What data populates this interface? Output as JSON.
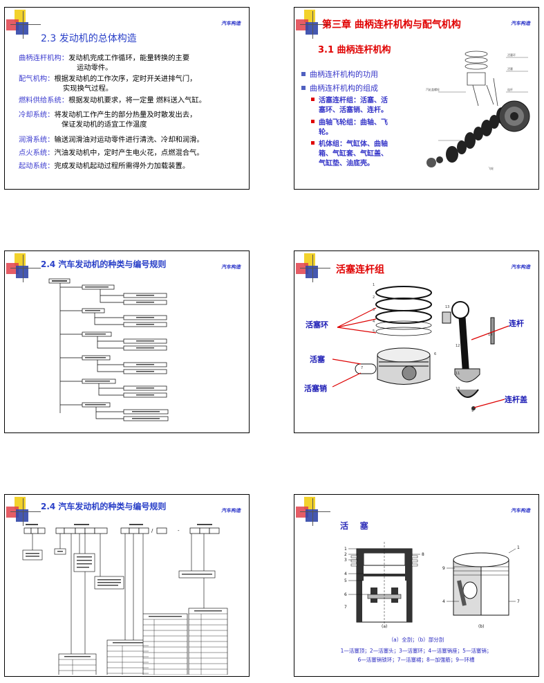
{
  "header_tag": "汽车构造",
  "slide1": {
    "title": "2.3 发动机的总体构造",
    "items": [
      {
        "label": "曲柄连杆机构：",
        "text": "发动机完成工作循环，能量转换的主要",
        "cont": "运动零件。"
      },
      {
        "label": "配气机构：",
        "text": "根据发动机的工作次序，定时开关进排气门，",
        "cont": "实现换气过程。"
      },
      {
        "label": "燃料供给系统：",
        "text": "根据发动机要求，将一定量 燃料送入气缸。",
        "cont": ""
      },
      {
        "label": "冷却系统：",
        "text": "将发动机工作产生的部分热量及时散发出去，",
        "cont": "保证发动机的适宜工作温度"
      },
      {
        "label": "润滑系统：",
        "text": "输送润滑油对运动零件进行清洗、冷却和润滑。",
        "cont": ""
      },
      {
        "label": "点火系统：",
        "text": "汽油发动机中，定时产生电火花，点燃混合气。",
        "cont": ""
      },
      {
        "label": "起动系统：",
        "text": "完成发动机起动过程所需得外力加载装置。",
        "cont": ""
      }
    ]
  },
  "slide2": {
    "chapter": "第三章  曲柄连杆机构与配气机构",
    "section": "3.1 曲柄连杆机构",
    "bullets": [
      "曲柄连杆机构的功用",
      "曲柄连杆机构的组成"
    ],
    "subs": [
      {
        "l1": "活塞连杆组：活塞、活",
        "l2": "塞环、活塞销、连杆。",
        "l3": ""
      },
      {
        "l1": "曲轴飞轮组：曲轴、飞",
        "l2": "轮。",
        "l3": ""
      },
      {
        "l1": "机体组：气缸体、曲轴",
        "l2": "箱、气缸套、气缸盖、",
        "l3": "气缸垫、油底壳。"
      }
    ]
  },
  "slide3": {
    "title": "2.4  汽车发动机的种类与编号规则"
  },
  "slide4": {
    "title": "活塞连杆组",
    "labels": {
      "rings": "活塞环",
      "piston": "活塞",
      "pin": "活塞销",
      "rod": "连杆",
      "cap": "连杆盖"
    }
  },
  "slide5": {
    "title": "2.4  汽车发动机的种类与编号规则"
  },
  "slide6": {
    "title": "活    塞",
    "fig_a": "(a)",
    "fig_b": "(b)",
    "caption1": "（a）全剖；（b）部分剖",
    "caption2": "1—活塞顶；2—活塞头；3—活塞环；4—活塞销座；5—活塞销；",
    "caption3": "6—活塞销锁环；7—活塞裙；8—加强筋；9—环槽"
  }
}
